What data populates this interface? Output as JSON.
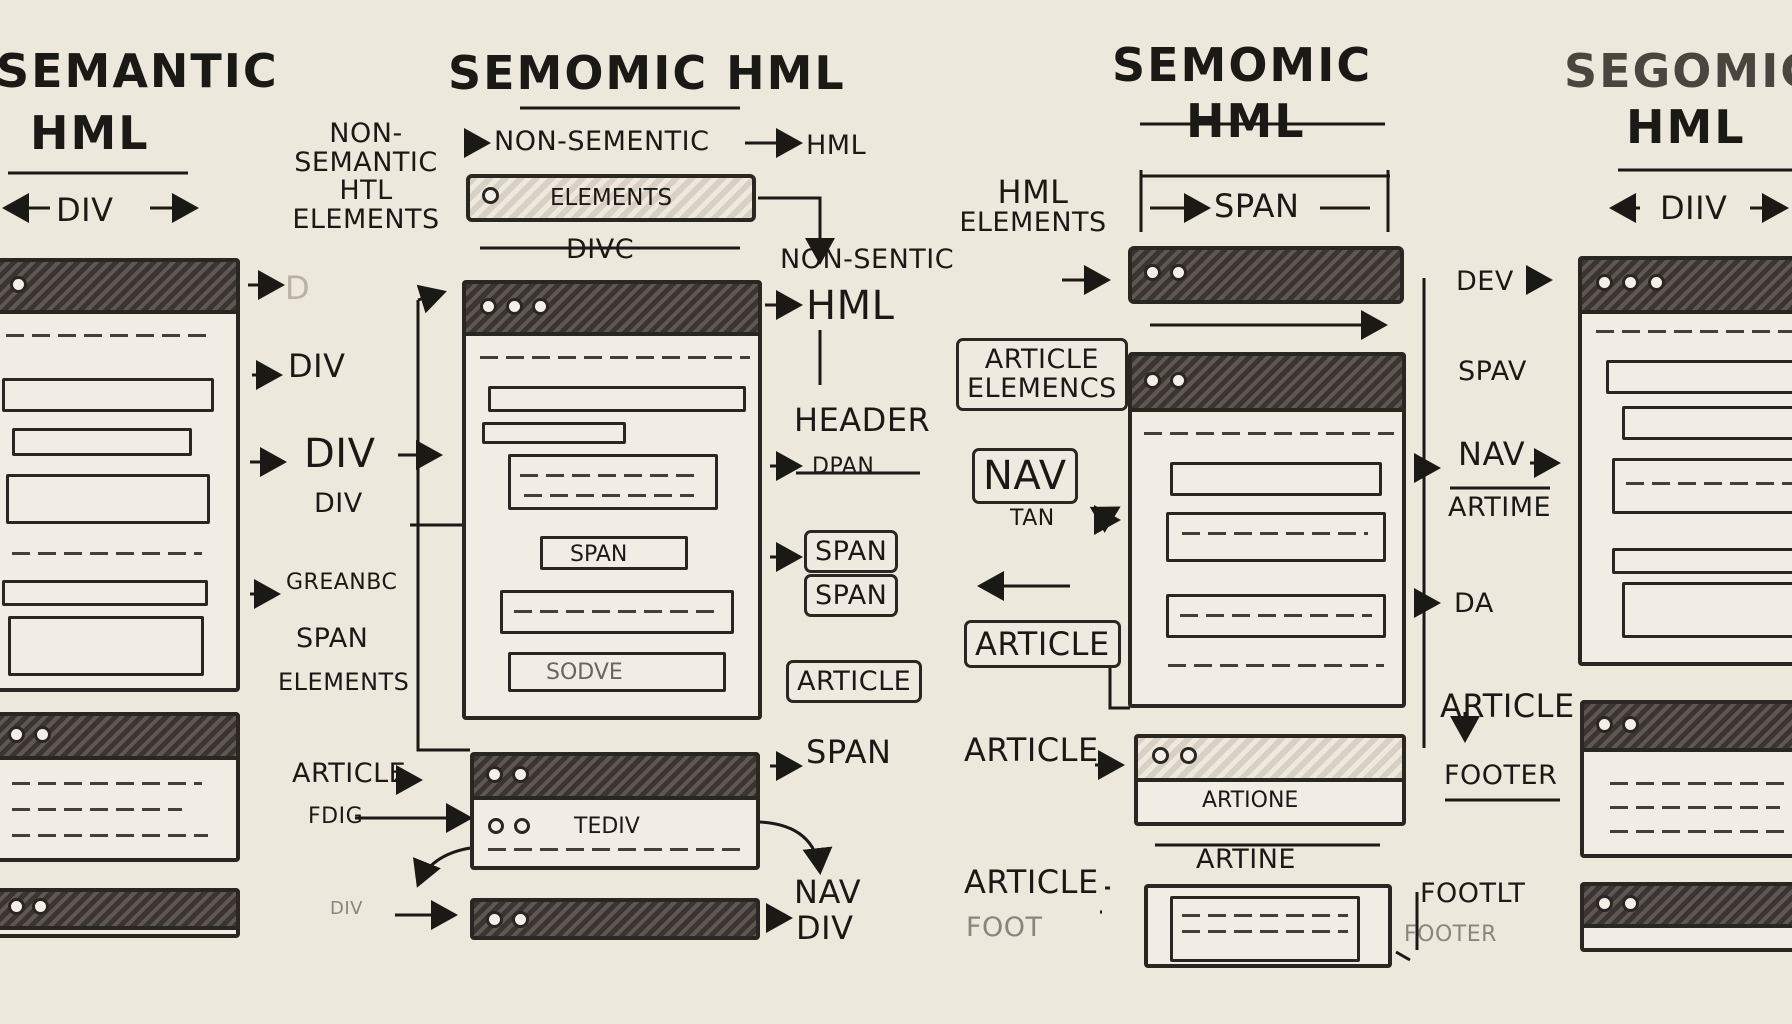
{
  "titles": {
    "far_left_1": "SEMANTIC",
    "far_left_2": "HML",
    "left": "SEMOMIC HML",
    "center_1": "SEMOMIC",
    "center_2": "HML",
    "far_right_1": "SEGOMIC",
    "far_right_2": "HML"
  },
  "labels": {
    "div_1": "DIV",
    "d_faint": "D",
    "div_2": "DIV",
    "div_3": "DIV",
    "div_4": "DIV",
    "greanbc": "GREANBC",
    "span_elements_1": "SPAN",
    "span_elements_2": "ELEMENTS",
    "article_1": "ARTICLE",
    "fdig": "FDIG",
    "small_faint": "DIV",
    "non_semantic_1": "NON-",
    "non_semantic_2": "SEMANTIC",
    "non_semantic_3": "HTL",
    "non_semantic_4": "ELEMENTS",
    "non_sementic": "NON-SEMENTIC",
    "hml_1": "HML",
    "elements_bar": "ELEMENTS",
    "divc": "DIVC",
    "non_sentic": "NON-SENTIC",
    "hml_2": "HML",
    "header": "HEADER",
    "dpan": "DPAN",
    "span_1": "SPAN",
    "span_2": "SPAN",
    "article_2": "ARTICLE",
    "span_3": "SPAN",
    "nav_1": "NAV",
    "div_5": "DIV",
    "hml_elements_1": "HML",
    "hml_elements_2": "ELEMENTS",
    "article_elemencs_1": "ARTICLE",
    "article_elemencs_2": "ELEMENCS",
    "nav_2": "NAV",
    "tan": "TAN",
    "article_3": "ARTICLE",
    "article_4": "ARTICLE",
    "article_5": "ARTICLE",
    "foo_faint": "FOOT",
    "span_top": "SPAN",
    "dev": "DEV",
    "spav": "SPAV",
    "nav_3": "NAV",
    "artime": "ARTIME",
    "da": "DA",
    "article_6": "ARTICLE",
    "footer_1": "FOOTER",
    "footlt": "FOOTLT",
    "footer_faint": "FOOTER",
    "diiv": "DIIV"
  },
  "windows": {
    "left_span": "SPAN",
    "left_tediv": "TEDIV",
    "left_sodve": "SODVE",
    "center_artione": "ARTIONE",
    "center_artine": "ARTINE"
  }
}
